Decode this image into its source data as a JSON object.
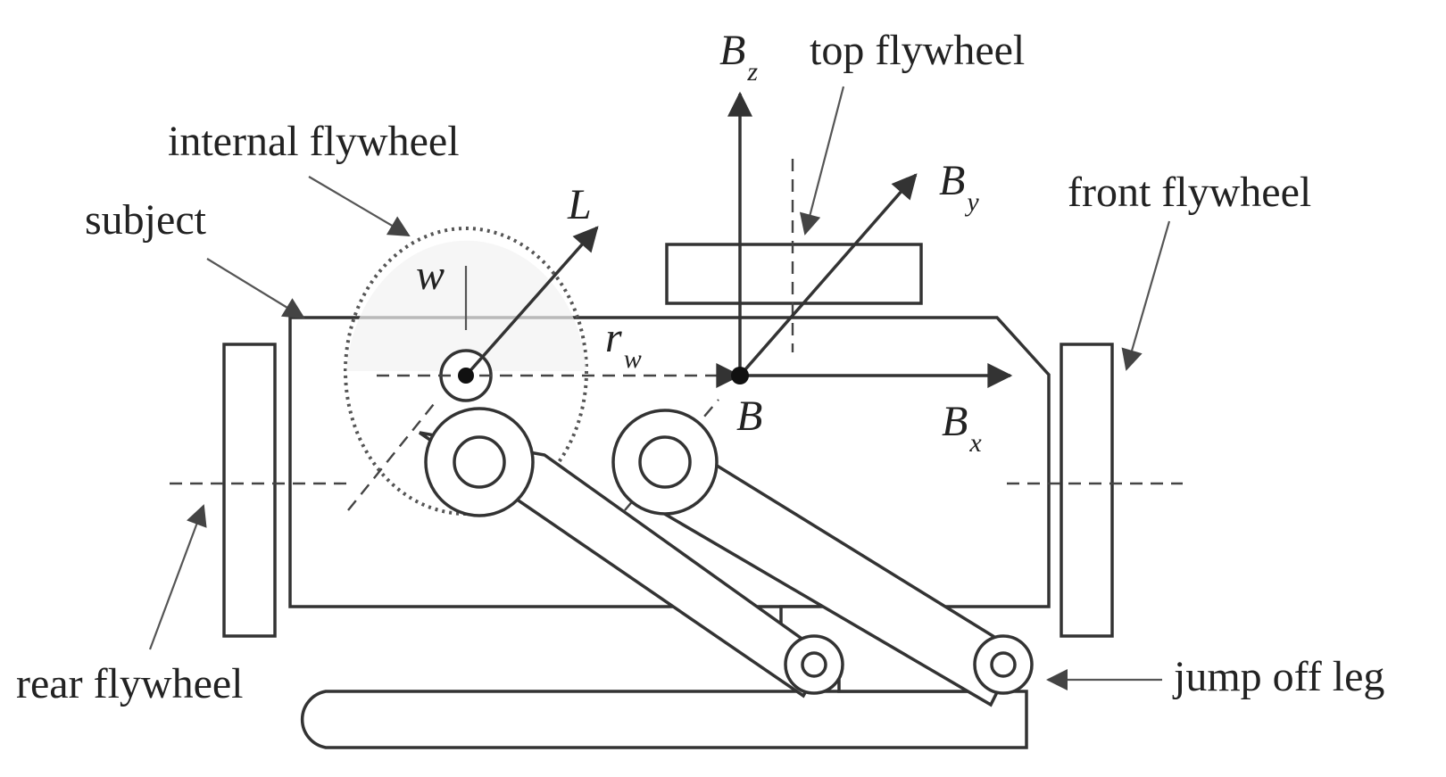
{
  "colors": {
    "stroke": "#333333",
    "background": "#ffffff",
    "text": "#222222"
  },
  "labels": {
    "internal_flywheel": "internal flywheel",
    "subject": "subject",
    "top_flywheel": "top flywheel",
    "front_flywheel": "front flywheel",
    "rear_flywheel": "rear flywheel",
    "jump_off_leg": "jump off leg"
  },
  "symbols": {
    "bz": {
      "main": "B",
      "sub": "z"
    },
    "by": {
      "main": "B",
      "sub": "y"
    },
    "bx": {
      "main": "B",
      "sub": "x"
    },
    "b": "B",
    "l": "L",
    "w": "w",
    "rw": {
      "main": "r",
      "sub": "w"
    }
  }
}
